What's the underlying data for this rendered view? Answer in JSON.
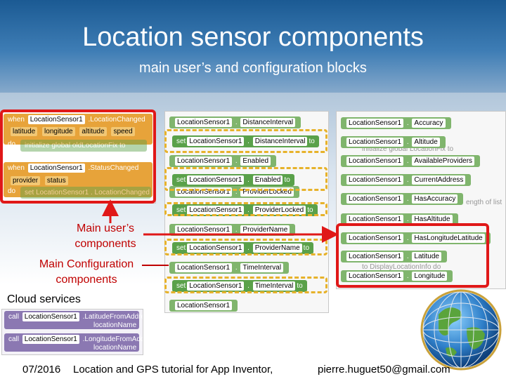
{
  "header": {
    "title": "Location sensor components",
    "subtitle": "main user’s and configuration blocks"
  },
  "left_panel": {
    "changed_event": {
      "when": "when",
      "component": "LocationSensor1",
      "event": ".LocationChanged",
      "params": [
        "latitude",
        "longitude",
        "altitude",
        "speed"
      ],
      "do": "do",
      "ghost": "initialize global  oldLocationFix  to"
    },
    "status_event": {
      "when": "when",
      "component": "LocationSensor1",
      "event": ".StatusChanged",
      "params": [
        "provider",
        "status"
      ],
      "do": "do",
      "ghost": "set  LocationSensor1  .  LocationChanged"
    }
  },
  "middle_panel": {
    "rows": [
      {
        "kind": "getter",
        "component": "LocationSensor1",
        "property": "DistanceInterval"
      },
      {
        "kind": "setter",
        "set": "set",
        "component": "LocationSensor1",
        "property": "DistanceInterval",
        "to": "to"
      },
      {
        "kind": "getter",
        "component": "LocationSensor1",
        "property": "Enabled"
      },
      {
        "kind": "setter",
        "set": "set",
        "component": "LocationSensor1",
        "property": "Enabled",
        "to": "to"
      },
      {
        "kind": "getter",
        "component": "LocationSensor1",
        "property": "ProviderLocked"
      },
      {
        "kind": "setter",
        "set": "set",
        "component": "LocationSensor1",
        "property": "ProviderLocked",
        "to": "to"
      },
      {
        "kind": "getter",
        "component": "LocationSensor1",
        "property": "ProviderName"
      },
      {
        "kind": "setter",
        "set": "set",
        "component": "LocationSensor1",
        "property": "ProviderName",
        "to": "to"
      },
      {
        "kind": "getter",
        "component": "LocationSensor1",
        "property": "TimeInterval"
      },
      {
        "kind": "setter",
        "set": "set",
        "component": "LocationSensor1",
        "property": "TimeInterval",
        "to": "to"
      },
      {
        "kind": "component",
        "component": "LocationSensor1"
      }
    ]
  },
  "right_panel": {
    "rows": [
      {
        "component": "LocationSensor1",
        "property": "Accuracy"
      },
      {
        "component": "LocationSensor1",
        "property": "Altitude"
      },
      {
        "component": "LocationSensor1",
        "property": "AvailableProviders"
      },
      {
        "component": "LocationSensor1",
        "property": "CurrentAddress"
      },
      {
        "component": "LocationSensor1",
        "property": "HasAccuracy"
      },
      {
        "component": "LocationSensor1",
        "property": "HasAltitude"
      },
      {
        "component": "LocationSensor1",
        "property": "HasLongitudeLatitude"
      },
      {
        "component": "LocationSensor1",
        "property": "Latitude"
      },
      {
        "component": "LocationSensor1",
        "property": "Longitude"
      }
    ],
    "ghosts": [
      "initialize global  LocationFix  to",
      "ength of list",
      "to  DisplayLocationInfo  do"
    ]
  },
  "cloud_panel": {
    "calls": [
      {
        "call": "call",
        "component": "LocationSensor1",
        "method": ".LatitudeFromAddress",
        "param": "locationName"
      },
      {
        "call": "call",
        "component": "LocationSensor1",
        "method": ".LongitudeFromAddress",
        "param": "locationName"
      }
    ]
  },
  "labels": {
    "main_user": "Main user’s\ncomponents",
    "main_config": "Main Configuration\ncomponents",
    "cloud": "Cloud services"
  },
  "footer": {
    "date": "07/2016",
    "text": "Location and GPS tutorial for App Inventor,",
    "email": "pierre.huguet50@gmail.com"
  },
  "colors": {
    "getter_green": "#80b56d",
    "setter_green": "#5aa14a",
    "event_gold": "#e7a33a",
    "call_purple": "#8b78b2",
    "highlight_red": "#e01818",
    "highlight_yellow": "#e7b22a"
  }
}
